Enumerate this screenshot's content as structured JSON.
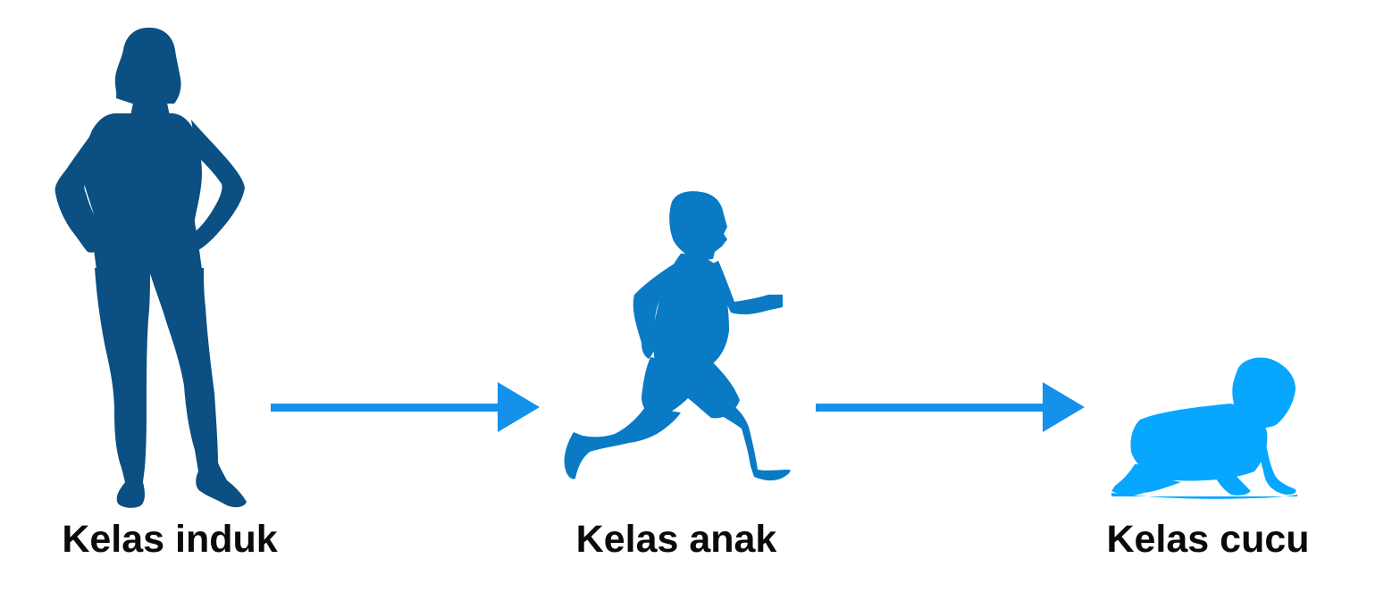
{
  "nodes": [
    {
      "id": "parent",
      "label": "Kelas induk",
      "icon": "woman-standing-icon",
      "color": "#0c4f82"
    },
    {
      "id": "child",
      "label": "Kelas anak",
      "icon": "boy-running-icon",
      "color": "#0a7ac4"
    },
    {
      "id": "grandchild",
      "label": "Kelas cucu",
      "icon": "baby-crawling-icon",
      "color": "#07a6ff"
    }
  ],
  "edges": [
    {
      "from": "parent",
      "to": "child",
      "color": "#1591ec"
    },
    {
      "from": "child",
      "to": "grandchild",
      "color": "#1591ec"
    }
  ]
}
